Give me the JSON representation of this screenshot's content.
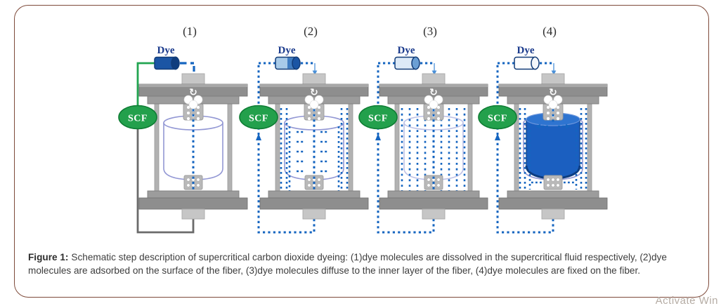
{
  "caption": {
    "label": "Figure 1:",
    "text": "Schematic step description of supercritical carbon dioxide dyeing: (1)dye molecules are dissolved in the supercritical fluid respectively, (2)dye molecules are adsorbed on the surface of the fiber, (3)dye molecules diffuse to the inner layer of the fiber, (4)dye molecules are fixed on the fiber."
  },
  "watermark": {
    "text": "Activate Win"
  },
  "panels": [
    {
      "label": "(1)",
      "dye_label": "Dye",
      "scf_label": "SCF",
      "stage": "dissolved",
      "dye_level": "full",
      "fiber": "white",
      "loop": "solid-gray",
      "feed": "green-dash"
    },
    {
      "label": "(2)",
      "dye_label": "Dye",
      "scf_label": "SCF",
      "stage": "adsorbed",
      "dye_level": "high",
      "fiber": "white",
      "loop": "dotted-blue",
      "feed": "dotted"
    },
    {
      "label": "(3)",
      "dye_label": "Dye",
      "scf_label": "SCF",
      "stage": "diffused",
      "dye_level": "low",
      "fiber": "faint",
      "loop": "dotted-blue",
      "feed": "dotted"
    },
    {
      "label": "(4)",
      "dye_label": "Dye",
      "scf_label": "SCF",
      "stage": "fixed",
      "dye_level": "empty",
      "fiber": "blue",
      "loop": "dotted-blue",
      "feed": "dotted"
    }
  ],
  "colors": {
    "border_brown": "#7e4a3a",
    "dot_blue": "#1565c0",
    "flow_green": "#22a551",
    "scf_green": "#23a04c",
    "scf_green_dark": "#0e7c33",
    "dye_navy_text": "#1a3a8c",
    "dye_full": "#1b55a4",
    "fiber_outline": "#9297d4",
    "fiber_blue": "#1b5fc0",
    "vessel_gray": "#8e8e8e",
    "pipe_gray": "#6b6b6b",
    "caption_text": "#3d3d3d",
    "watermark_gray": "#b5aca4"
  }
}
